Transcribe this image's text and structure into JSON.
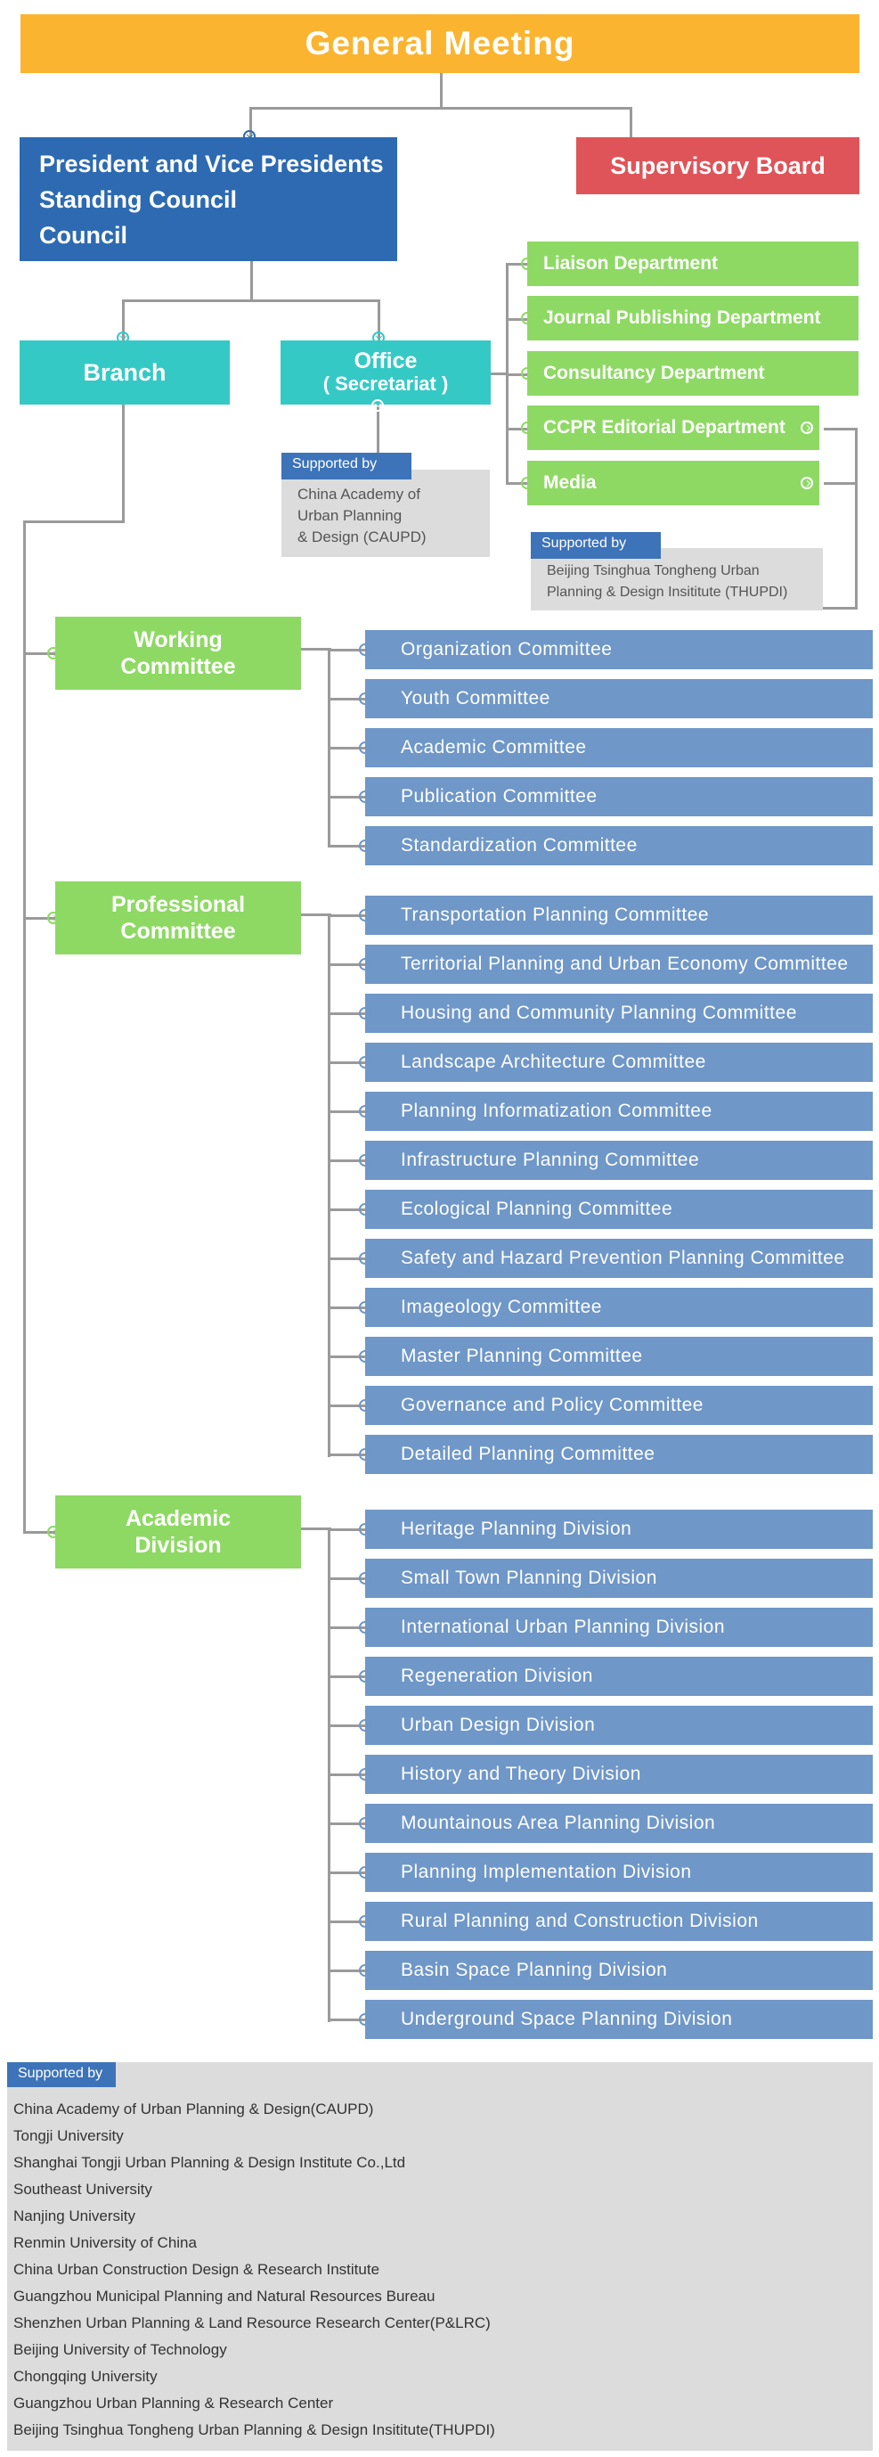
{
  "general_meeting": "General Meeting",
  "president": {
    "line1": "President and Vice Presidents",
    "line2": "Standing Council",
    "line3": "Council"
  },
  "supervisory_board": "Supervisory Board",
  "branch": "Branch",
  "office": {
    "line1": "Office",
    "line2": "( Secretariat )"
  },
  "office_support": {
    "tag": "Supported by",
    "line1": "China Academy of",
    "line2": "Urban Planning",
    "line3": "& Design (CAUPD)"
  },
  "departments": [
    "Liaison Department",
    "Journal Publishing Department",
    "Consultancy Department",
    "CCPR Editorial Department",
    "Media"
  ],
  "media_support": {
    "tag": "Supported by",
    "line1": "Beijing Tsinghua Tongheng Urban",
    "line2": "Planning & Design Insititute (THUPDI)"
  },
  "working": {
    "line1": "Working",
    "line2": "Committee",
    "items": [
      "Organization Committee",
      "Youth Committee",
      "Academic Committee",
      "Publication Committee",
      "Standardization Committee"
    ]
  },
  "professional": {
    "line1": "Professional",
    "line2": "Committee",
    "items": [
      "Transportation Planning Committee",
      "Territorial Planning and Urban Economy Committee",
      "Housing and Community Planning Committee",
      "Landscape Architecture Committee",
      "Planning Informatization Committee",
      "Infrastructure Planning Committee",
      "Ecological Planning Committee",
      "Safety and Hazard Prevention Planning Committee",
      "Imageology Committee",
      "Master Planning Committee",
      "Governance and Policy Committee",
      "Detailed Planning Committee"
    ]
  },
  "academic": {
    "line1": "Academic",
    "line2": "Division",
    "items": [
      "Heritage Planning Division",
      "Small Town Planning Division",
      "International Urban Planning Division",
      "Regeneration Division",
      "Urban Design Division",
      "History and Theory Division",
      "Mountainous Area Planning Division",
      "Planning Implementation Division",
      "Rural Planning and Construction Division",
      "Basin Space Planning Division",
      "Underground Space Planning Division"
    ]
  },
  "bottom_support": {
    "tag": "Supported by",
    "items": [
      "China Academy of Urban Planning & Design(CAUPD)",
      "Tongji University",
      "Shanghai Tongji Urban Planning & Design Institute Co.,Ltd",
      "Southeast University",
      "Nanjing University",
      "Renmin University of China",
      "China Urban Construction Design & Research Institute",
      "Guangzhou Municipal Planning and Natural Resources Bureau",
      "Shenzhen Urban Planning & Land Resource Research Center(P&LRC)",
      "Beijing University of Technology",
      "Chongqing University",
      "Guangzhou Urban Planning & Research Center",
      "Beijing Tsinghua Tongheng Urban Planning & Design Insititute(THUPDI)"
    ]
  },
  "colors": {
    "yellow": "#fbb430",
    "blue": "#2d6ab1",
    "red": "#df5459",
    "teal": "#35c9c6",
    "green": "#8ed964",
    "item": "#6f97c8"
  }
}
